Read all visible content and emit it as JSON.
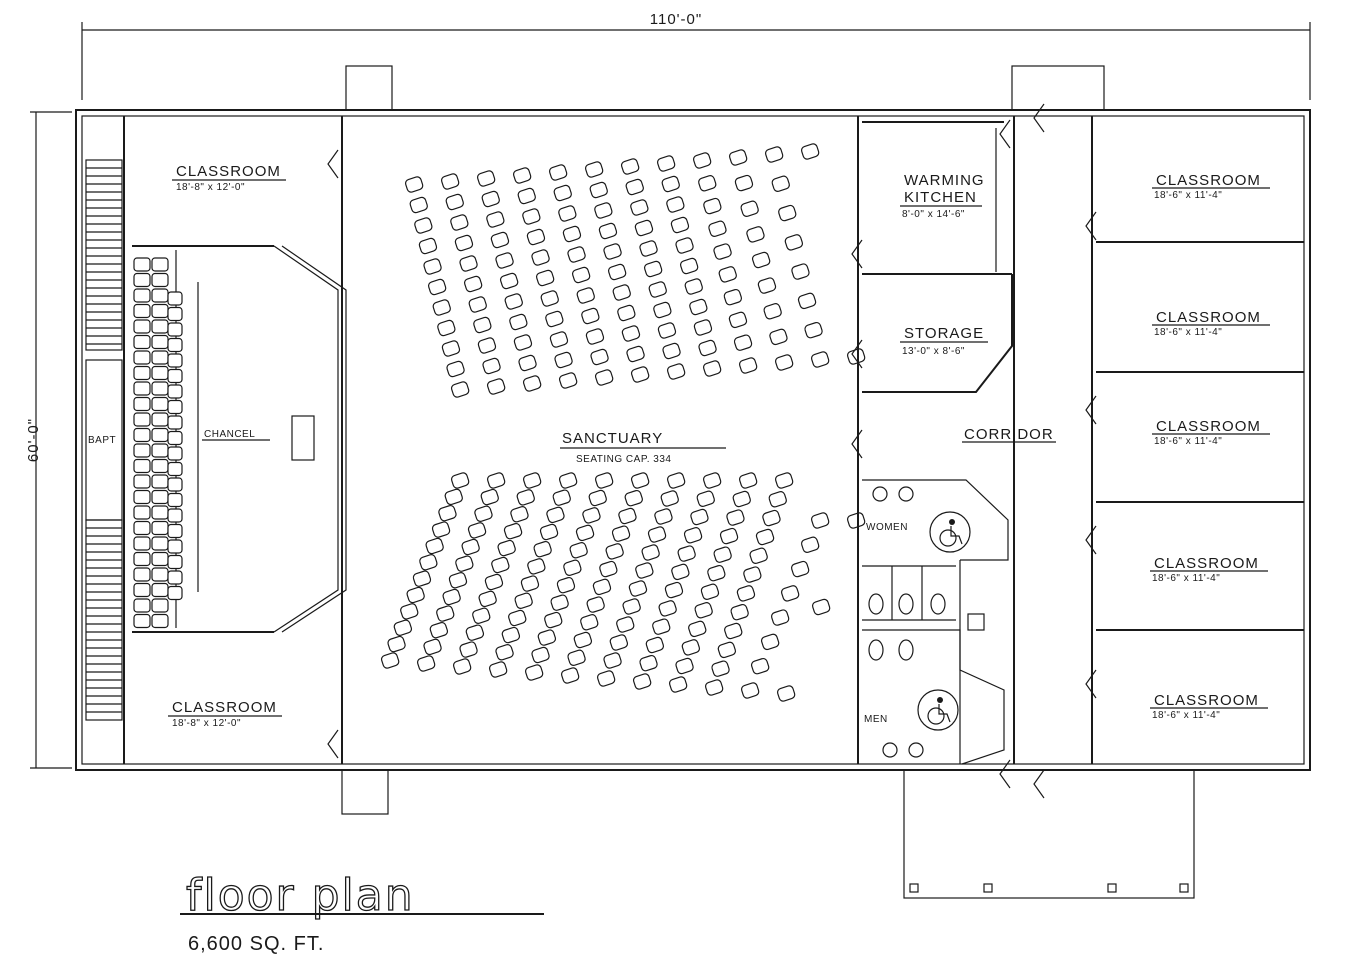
{
  "dimensions": {
    "width_overall": "110'-0\"",
    "depth_overall": "60'-0\""
  },
  "rooms": {
    "classroom_nw": {
      "name": "CLASSROOM",
      "size": "18'-8\" x 12'-0\""
    },
    "classroom_sw": {
      "name": "CLASSROOM",
      "size": "18'-8\" x 12'-0\""
    },
    "chancel": {
      "name": "CHANCEL"
    },
    "baptistry": {
      "name": "BAPT"
    },
    "sanctuary": {
      "name": "SANCTUARY",
      "capacity": "SEATING CAP.  334"
    },
    "warming_kitchen": {
      "name_line1": "WARMING",
      "name_line2": "KITCHEN",
      "size": "8'-0\" x 14'-6\""
    },
    "storage": {
      "name": "STORAGE",
      "size": "13'-0\" x 8'-6\""
    },
    "corridor": {
      "name": "CORRIDOR"
    },
    "women": {
      "name": "WOMEN"
    },
    "men": {
      "name": "MEN"
    },
    "classroom_e1": {
      "name": "CLASSROOM",
      "size": "18'-6\" x 11'-4\""
    },
    "classroom_e2": {
      "name": "CLASSROOM",
      "size": "18'-6\" x 11'-4\""
    },
    "classroom_e3": {
      "name": "CLASSROOM",
      "size": "18'-6\" x 11'-4\""
    },
    "classroom_e4": {
      "name": "CLASSROOM",
      "size": "18'-6\" x 11'-4\""
    },
    "classroom_e5": {
      "name": "CLASSROOM",
      "size": "18'-6\" x 11'-4\""
    }
  },
  "title": {
    "text": "floor plan",
    "area": "6,600 SQ. FT."
  },
  "icons": {
    "accessible": "wheelchair-icon"
  },
  "colors": {
    "ink": "#1a1a1a",
    "paper": "#ffffff"
  }
}
